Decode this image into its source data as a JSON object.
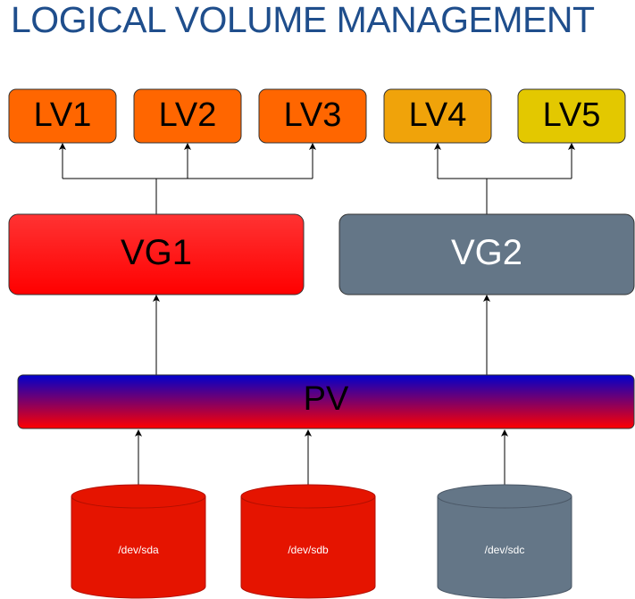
{
  "title": "LOGICAL VOLUME MANAGEMENT",
  "logical_volumes": [
    {
      "label": "LV1",
      "color": "#ff6600"
    },
    {
      "label": "LV2",
      "color": "#ff6600"
    },
    {
      "label": "LV3",
      "color": "#ff6600"
    },
    {
      "label": "LV4",
      "color": "#f0a30a"
    },
    {
      "label": "LV5",
      "color": "#e3c800"
    }
  ],
  "volume_groups": [
    {
      "label": "VG1",
      "color": "#ff0000",
      "text_color": "#000000"
    },
    {
      "label": "VG2",
      "color": "#647687",
      "text_color": "#ffffff"
    }
  ],
  "physical_volume": {
    "label": "PV",
    "gradient_top": "#0000cc",
    "gradient_bottom": "#ff0000"
  },
  "disks": [
    {
      "label": "/dev/sda",
      "color": "#e51400"
    },
    {
      "label": "/dev/sdb",
      "color": "#e51400"
    },
    {
      "label": "/dev/sdc",
      "color": "#647687"
    }
  ]
}
